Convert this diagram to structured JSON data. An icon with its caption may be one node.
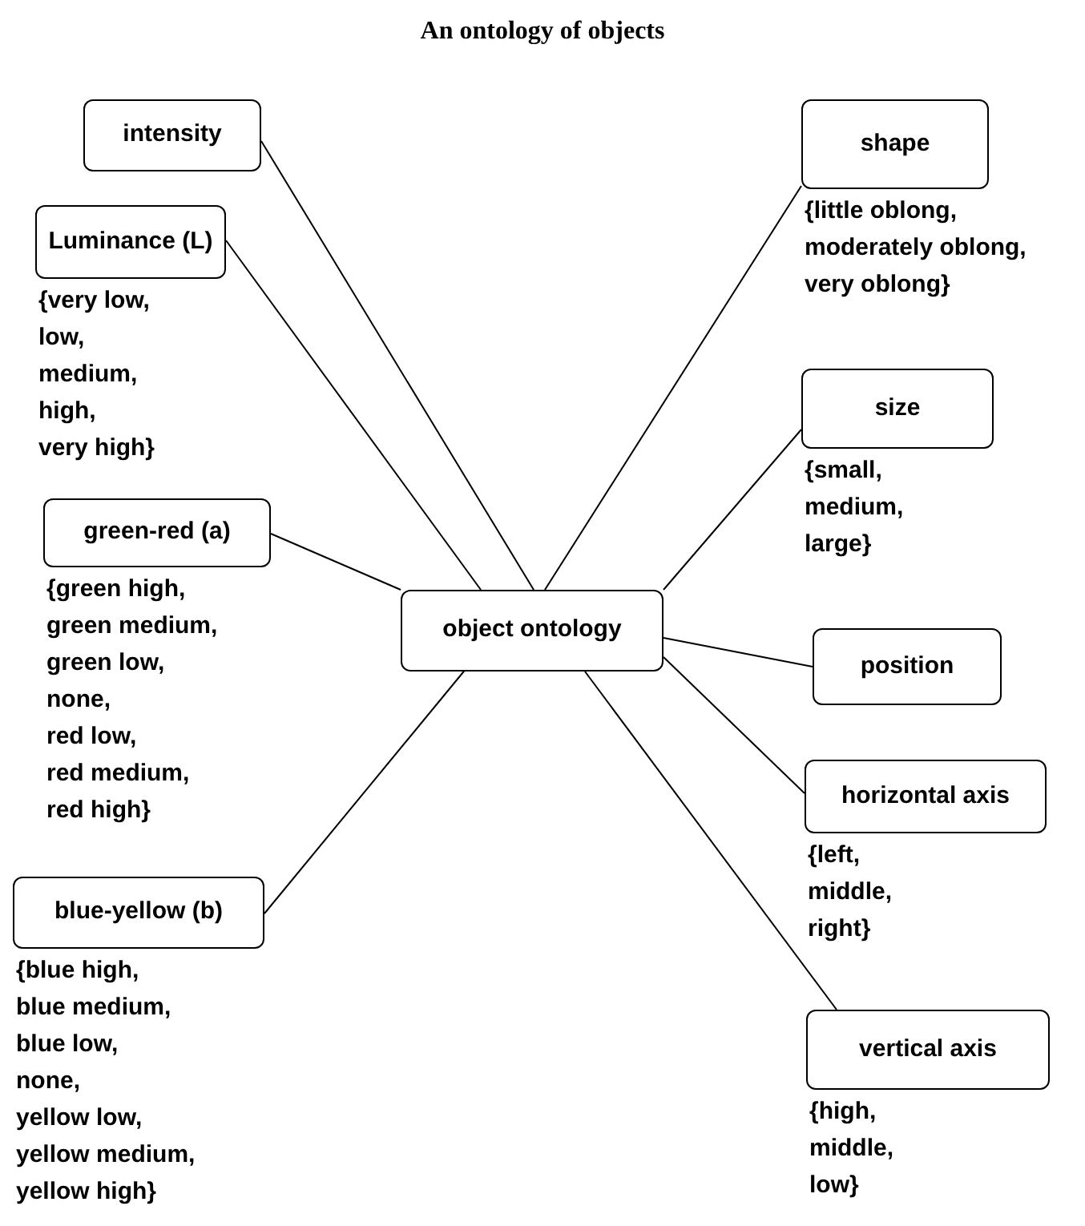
{
  "diagram": {
    "title": "An ontology of objects",
    "nodes": [
      {
        "text": [
          "intensity"
        ]
      },
      {
        "text": [
          "Luminance (L)"
        ],
        "beside": [
          "{very low, low, medium, high, very high}"
        ]
      },
      {
        "text": [
          "green-red (a)"
        ],
        "beside": [
          "{green high, green medium, green low, none, red low, red medium, red high}"
        ]
      },
      {
        "text": [
          "blue-yellow (b)"
        ],
        "beside": [
          "{blue high, blue medium, blue low, none, yellow low, yellow medium, yellow high}"
        ]
      },
      {
        "text": [
          "object ontology"
        ]
      },
      {
        "text": [
          "shape"
        ],
        "beside": [
          "{little oblong, moderately oblong, very oblong}"
        ]
      },
      {
        "text": [
          "size"
        ],
        "beside": [
          "{small, medium, large}"
        ]
      },
      {
        "text": [
          "position"
        ]
      },
      {
        "text": [
          "horizontal axis"
        ],
        "beside": [
          "{left, middle, right}"
        ]
      },
      {
        "text": [
          "vertical axis"
        ],
        "beside": [
          "{high, middle, low}"
        ]
      }
    ],
    "edges": [
      {
        "from": 0,
        "to": 4,
        "arrow": "none"
      },
      {
        "from": 1,
        "to": 4,
        "arrow": "none"
      },
      {
        "from": 2,
        "to": 4,
        "arrow": "none"
      },
      {
        "from": 3,
        "to": 4,
        "arrow": "none"
      },
      {
        "from": 5,
        "to": 4,
        "arrow": "none"
      },
      {
        "from": 6,
        "to": 4,
        "arrow": "none"
      },
      {
        "from": 7,
        "to": 4,
        "arrow": "none"
      },
      {
        "from": 8,
        "to": 4,
        "arrow": "none"
      },
      {
        "from": 9,
        "to": 4,
        "arrow": "none"
      }
    ]
  }
}
